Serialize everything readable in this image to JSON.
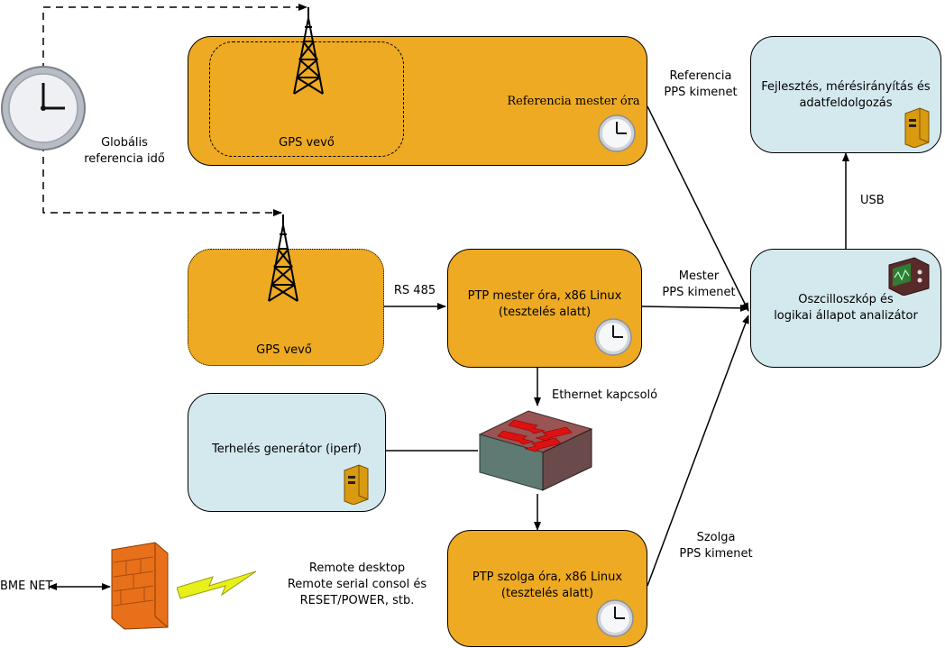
{
  "global_time": {
    "line1": "Globális",
    "line2": "referencia idő"
  },
  "ref_master": {
    "label": "Referencia mester óra",
    "gps": "GPS vevő"
  },
  "ref_pps": {
    "line1": "Referencia",
    "line2": "PPS kimenet"
  },
  "dev_pc": {
    "line1": "Fejlesztés, mérésirányítás és",
    "line2": "adatfeldolgozás"
  },
  "usb": "USB",
  "gps2": "GPS vevő",
  "rs485": "RS 485",
  "ptp_master": {
    "line1": "PTP mester óra, x86 Linux",
    "line2": "(tesztelés alatt)"
  },
  "master_pps": {
    "line1": "Mester",
    "line2": "PPS kimenet"
  },
  "scope": {
    "line1": "Oszcilloszkóp és",
    "line2": "logikai állapot analizátor"
  },
  "switch": "Ethernet kapcsoló",
  "load_gen": "Terhelés generátor (iperf)",
  "slave_pps": {
    "line1": "Szolga",
    "line2": "PPS kimenet"
  },
  "ptp_slave": {
    "line1": "PTP szolga óra, x86 Linux",
    "line2": "(tesztelés alatt)"
  },
  "bme_net": "BME NET",
  "remote": {
    "line1": "Remote desktop",
    "line2": "Remote serial consol és",
    "line3": "RESET/POWER, stb."
  },
  "colors": {
    "orange": "#eeaa22",
    "light_blue": "#d3e9ee",
    "switch_red": "#cc1111"
  }
}
